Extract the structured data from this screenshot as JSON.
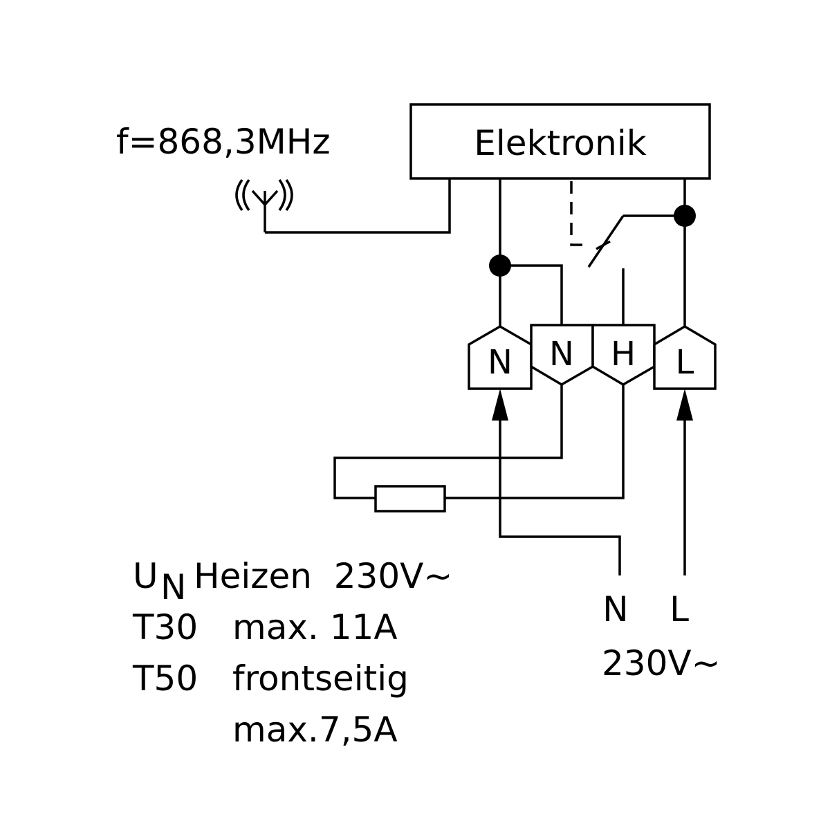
{
  "frequency_label": "f=868,3MHz",
  "electronics_label": "Elektronik",
  "terminals": [
    "N",
    "N",
    "H",
    "L"
  ],
  "supply": {
    "n_label": "N",
    "l_label": "L",
    "voltage": "230V~"
  },
  "specs": {
    "line1": {
      "symbol": "U",
      "subscript": "N",
      "text": "Heizen  230V~"
    },
    "line2": {
      "code": "T30",
      "text": "max. 11A"
    },
    "line3": {
      "code": "T50",
      "text": "frontseitig"
    },
    "line4": {
      "text": "max.7,5A"
    }
  }
}
